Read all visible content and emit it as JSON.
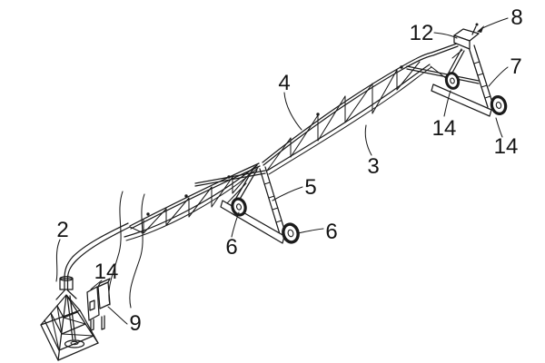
{
  "figure": {
    "kind": "patent-style technical line drawing",
    "subject": "lateral-move irrigation machine with truss spans, wheeled drive towers, end pyramid support, supply pipe and control box",
    "background": "#ffffff",
    "line_color": "#1b1b1b",
    "labels": [
      {
        "text": "2",
        "points_to": "curved supply pipe at left end"
      },
      {
        "text": "14",
        "points_to": "unit on control box near end support"
      },
      {
        "text": "9",
        "points_to": "control box on posts"
      },
      {
        "text": "4",
        "points_to": "span water pipe (top chord)"
      },
      {
        "text": "3",
        "points_to": "truss span structure"
      },
      {
        "text": "5",
        "points_to": "middle drive tower"
      },
      {
        "text": "6",
        "points_to": "middle tower left wheel"
      },
      {
        "text": "6",
        "points_to": "middle tower right wheel"
      },
      {
        "text": "12",
        "points_to": "box on top of end tower"
      },
      {
        "text": "8",
        "points_to": "fitting at top of end tower"
      },
      {
        "text": "7",
        "points_to": "end drive tower"
      },
      {
        "text": "14",
        "points_to": "end tower left wheel"
      },
      {
        "text": "14",
        "points_to": "end tower right wheel"
      }
    ]
  }
}
